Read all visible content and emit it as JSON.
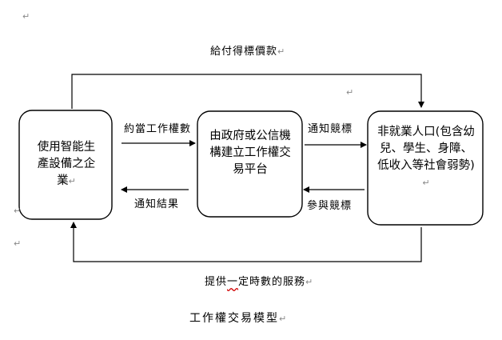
{
  "nodes": {
    "enterprise": "使用智能生產設備之企業",
    "platform": "由政府或公信機構建立工作權交易平台",
    "nonemployed": "非就業人口(包含幼兒、學生、身障、低收入等社會弱勢)"
  },
  "edges": {
    "pay_price": "給付得標價款",
    "contract_work_rights": "約當工作權數",
    "notify_bid": "通知競標",
    "notify_result": "通知結果",
    "join_bid": "參與競標",
    "provide_service_a": "提供",
    "provide_service_b": "一",
    "provide_service_c": "定時數的服務"
  },
  "caption": "工作權交易模型",
  "paragraph_mark": "↵"
}
